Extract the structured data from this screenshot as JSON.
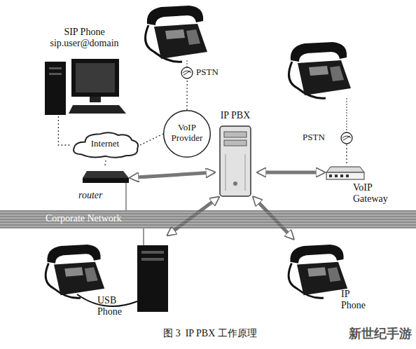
{
  "diagram": {
    "caption": "图 3  IP PBX 工作原理",
    "nodes": [
      {
        "text": [
          "SIP Phone sip.user@domain"
        ]
      },
      {
        "text": [
          "Internet"
        ]
      },
      {
        "text": [
          "PSTN"
        ]
      },
      {
        "text": [
          "VoIP Provider"
        ]
      },
      {
        "text": [
          "IP PBX"
        ]
      },
      {
        "text": [
          "PSTN"
        ]
      },
      {
        "text": [
          "router"
        ]
      },
      {
        "text": [
          "VoIP Gateway"
        ]
      },
      {
        "text": [
          "Corporate Network"
        ]
      },
      {
        "text": [
          "USB Phone"
        ]
      },
      {
        "text": [
          "IP Phone"
        ]
      }
    ],
    "edges": [
      {
        "from": 0,
        "to": 1,
        "arrow": "none"
      },
      {
        "from": 1,
        "to": 3,
        "arrow": "none"
      },
      {
        "from": 3,
        "to": 2,
        "arrow": "none"
      },
      {
        "from": 1,
        "to": 6,
        "arrow": "none"
      },
      {
        "from": 6,
        "to": 4,
        "arrow": "both"
      },
      {
        "from": 4,
        "to": 7,
        "arrow": "both"
      },
      {
        "from": 5,
        "to": 7,
        "arrow": "none"
      },
      {
        "from": 4,
        "to": 9,
        "arrow": "both"
      },
      {
        "from": 4,
        "to": 10,
        "arrow": "both"
      }
    ],
    "labels": [
      "新世纪手游"
    ]
  }
}
